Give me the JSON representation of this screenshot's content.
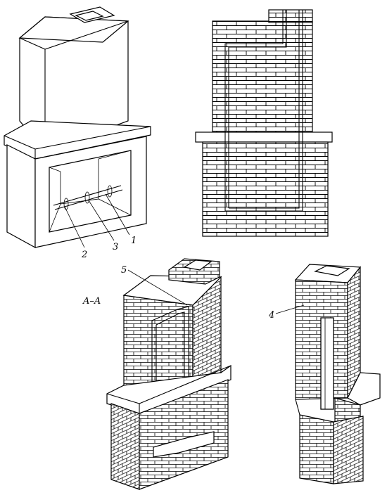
{
  "figure": {
    "callouts": {
      "c1": "1",
      "c2": "2",
      "c3": "3",
      "c4": "4",
      "c5": "5"
    },
    "section_label": "A–A"
  }
}
